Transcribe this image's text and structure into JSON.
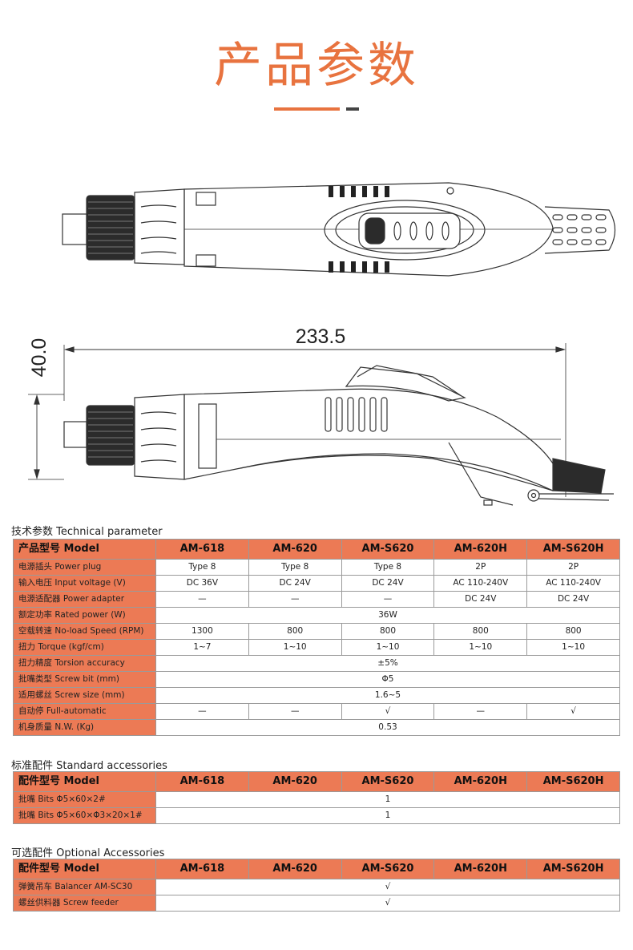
{
  "header": {
    "title": "产品参数",
    "accent_color": "#e8733f",
    "dark_color": "#444444"
  },
  "drawing": {
    "length_dim": "233.5",
    "height_dim": "40.0"
  },
  "technical": {
    "section_title": "技术参数 Technical parameter",
    "header_label": "产品型号 Model",
    "models": [
      "AM-618",
      "AM-620",
      "AM-S620",
      "AM-620H",
      "AM-S620H"
    ],
    "rows": [
      {
        "label": "电源插头 Power plug",
        "values": [
          "Type 8",
          "Type 8",
          "Type 8",
          "2P",
          "2P"
        ]
      },
      {
        "label": "输入电压 Input voltage (V)",
        "values": [
          "DC 36V",
          "DC 24V",
          "DC 24V",
          "AC 110-240V",
          "AC 110-240V"
        ]
      },
      {
        "label": "电源适配器 Power adapter",
        "values": [
          "—",
          "—",
          "—",
          "DC 24V",
          "DC 24V"
        ]
      },
      {
        "label": "额定功率 Rated power (W)",
        "merged": "36W"
      },
      {
        "label": "空载转速 No-load Speed (RPM)",
        "values": [
          "1300",
          "800",
          "800",
          "800",
          "800"
        ]
      },
      {
        "label": "扭力 Torque (kgf/cm)",
        "values": [
          "1~7",
          "1~10",
          "1~10",
          "1~10",
          "1~10"
        ]
      },
      {
        "label": "扭力精度 Torsion accuracy",
        "merged": "±5%"
      },
      {
        "label": "批嘴类型 Screw bit (mm)",
        "merged": "Φ5"
      },
      {
        "label": "适用螺丝 Screw size (mm)",
        "merged": "1.6~5"
      },
      {
        "label": "自动停 Full-automatic",
        "values": [
          "—",
          "—",
          "√",
          "—",
          "√"
        ]
      },
      {
        "label": "机身质量 N.W. (Kg)",
        "merged": "0.53"
      }
    ]
  },
  "standard": {
    "section_title": "标准配件 Standard accessories",
    "header_label": "配件型号 Model",
    "models": [
      "AM-618",
      "AM-620",
      "AM-S620",
      "AM-620H",
      "AM-S620H"
    ],
    "rows": [
      {
        "label": "批嘴 Bits Φ5×60×2#",
        "merged": "1"
      },
      {
        "label": "批嘴 Bits Φ5×60×Φ3×20×1#",
        "merged": "1"
      }
    ]
  },
  "optional": {
    "section_title": "可选配件 Optional Accessories",
    "header_label": "配件型号 Model",
    "models": [
      "AM-618",
      "AM-620",
      "AM-S620",
      "AM-620H",
      "AM-S620H"
    ],
    "rows": [
      {
        "label": "弹簧吊车 Balancer AM-SC30",
        "merged": "√"
      },
      {
        "label": "螺丝供料器 Screw feeder",
        "merged": "√"
      }
    ]
  }
}
